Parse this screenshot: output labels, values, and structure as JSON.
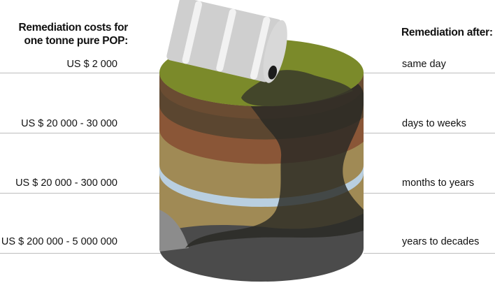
{
  "headers": {
    "left": "Remediation costs for one tonne pure POP:",
    "right": "Remediation after:"
  },
  "rows": [
    {
      "cost": "US $ 2 000",
      "time": "same day"
    },
    {
      "cost": "US $ 20 000 - 30 000",
      "time": "days to weeks"
    },
    {
      "cost": "US $ 20 000 - 300 000",
      "time": "months to years"
    },
    {
      "cost": "US $ 200 000 - 5 000 000",
      "time": "years to decades"
    }
  ],
  "colors": {
    "grass": "#7b8a2a",
    "topsoil_dark": "#5b4630",
    "clay": "#8a5637",
    "sand": "#a08a55",
    "water": "#b9cfe0",
    "bedrock": "#4b4b4b",
    "contaminant": "#2a2a24",
    "barrel": "#cfcfcf"
  }
}
